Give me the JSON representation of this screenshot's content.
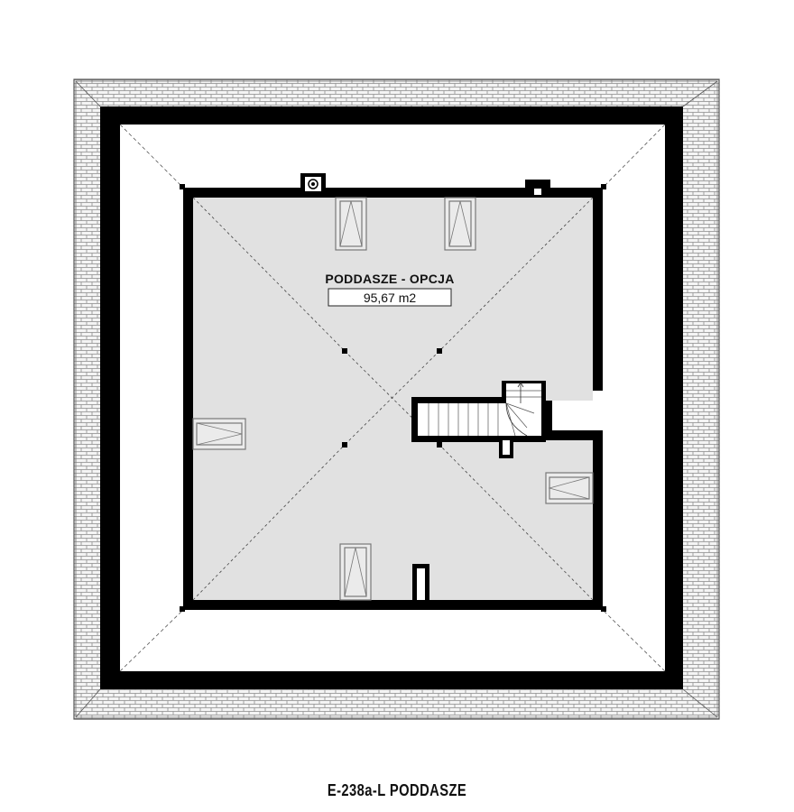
{
  "room": {
    "name": "PODDASZE - OPCJA",
    "area": "95,67 m2"
  },
  "caption": "E-238a-L PODDASZE",
  "colors": {
    "wall": "#000000",
    "floor": "#e1e1e1",
    "roof_tile": "#bdbdbd",
    "hip_line": "#444444"
  }
}
